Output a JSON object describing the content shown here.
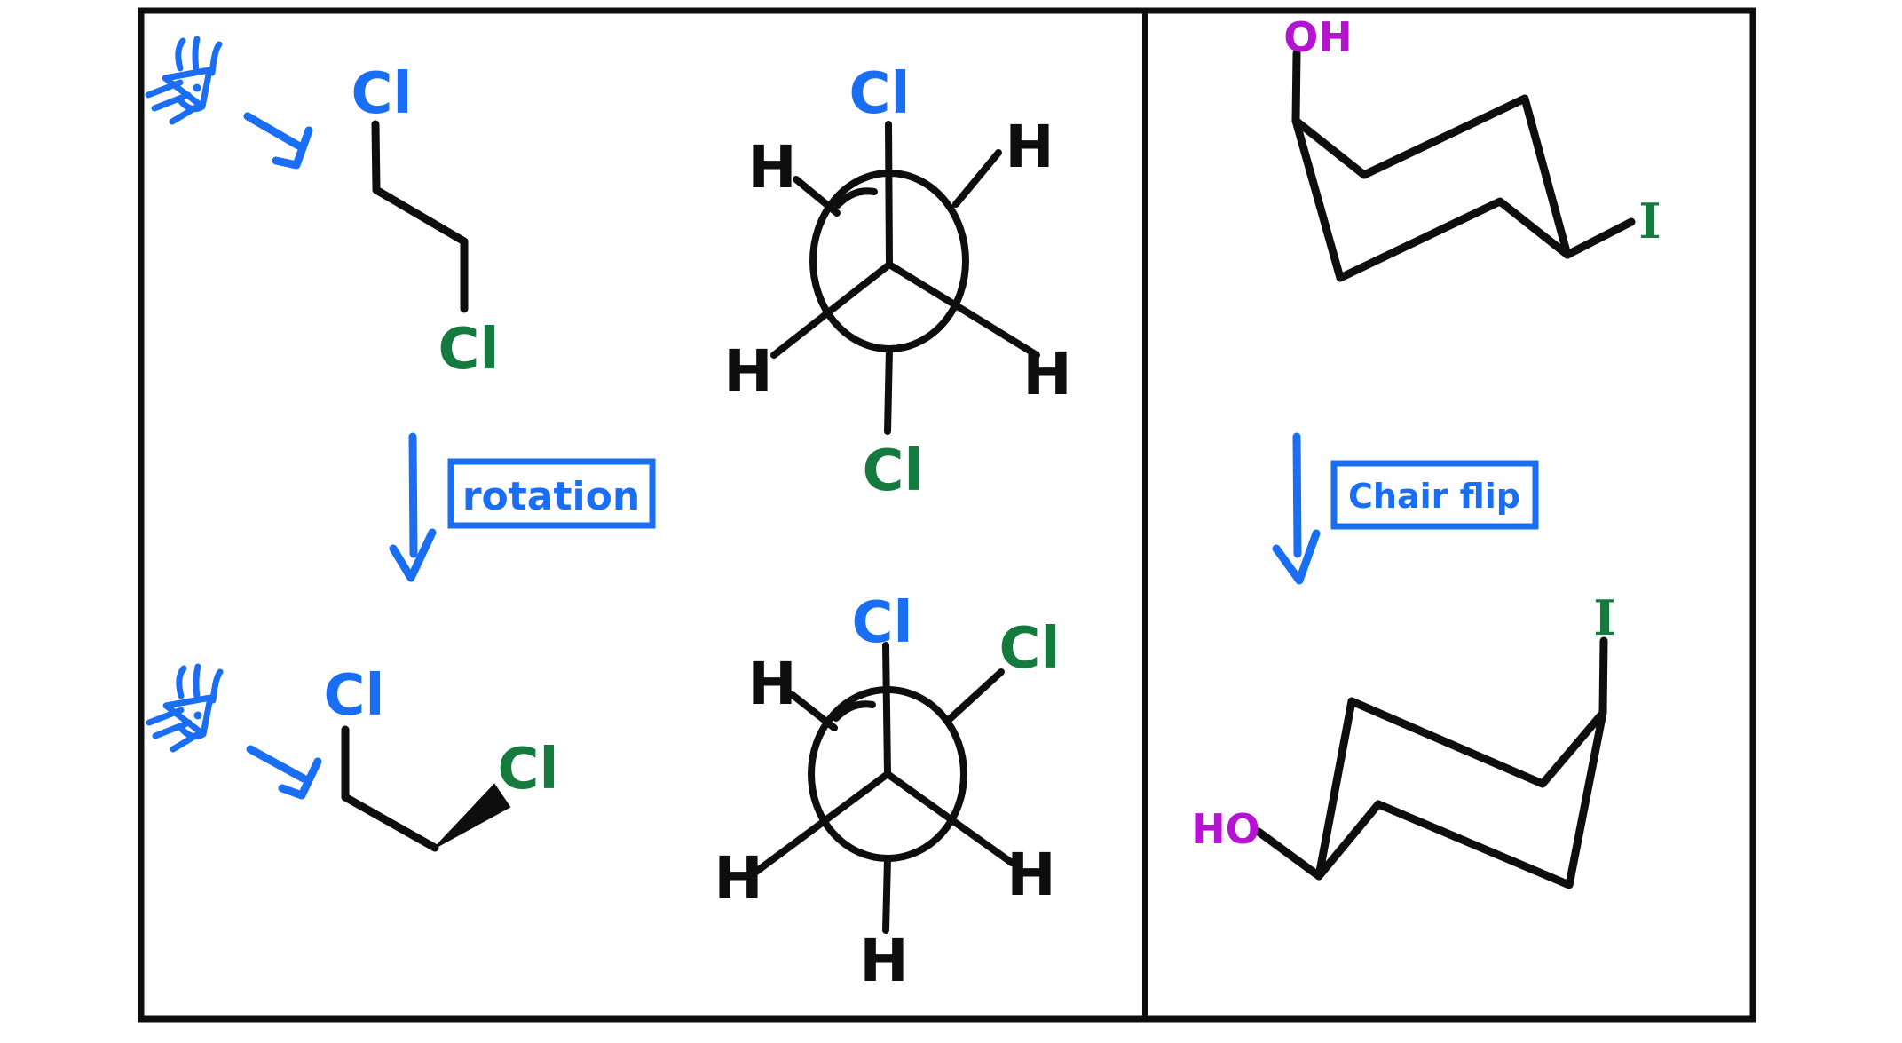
{
  "colors": {
    "blue": "#1a6ef3",
    "green": "#147a3e",
    "magenta": "#b414cf",
    "ink": "#0e0e0e"
  },
  "left_panel": {
    "rotation_label": "rotation",
    "top_line_structure": {
      "cl_top": "Cl",
      "cl_bottom": "Cl"
    },
    "bottom_line_structure": {
      "cl_top": "Cl",
      "cl_right": "Cl"
    },
    "top_newman": {
      "front_top": "Cl",
      "back_upper_left": "H",
      "back_upper_right": "H",
      "front_lower_left": "H",
      "front_lower_right": "H",
      "back_bottom": "Cl"
    },
    "bottom_newman": {
      "front_top": "Cl",
      "back_upper_right": "Cl",
      "back_upper_left": "H",
      "front_lower_left": "H",
      "front_lower_right": "H",
      "back_bottom": "H"
    }
  },
  "right_panel": {
    "chair_flip_label": "Chair flip",
    "top_chair": {
      "substituent_left": "OH",
      "substituent_right": "I"
    },
    "bottom_chair": {
      "substituent_left": "HO",
      "substituent_right": "I"
    }
  }
}
